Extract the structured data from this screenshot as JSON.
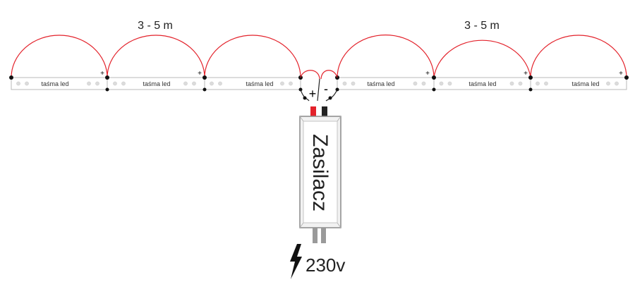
{
  "section_length_label": "3 - 5 m",
  "strip_label": "taśma led",
  "plus_sign": "+",
  "minus_sign": "-",
  "psu_label": "Zasilacz",
  "voltage_label": "230v",
  "icons": {
    "mains": "lightning-bolt-icon"
  },
  "colors": {
    "wire_positive": "#e3222b",
    "wire_negative": "#222222",
    "mains_plug": "#9a9a9a"
  }
}
